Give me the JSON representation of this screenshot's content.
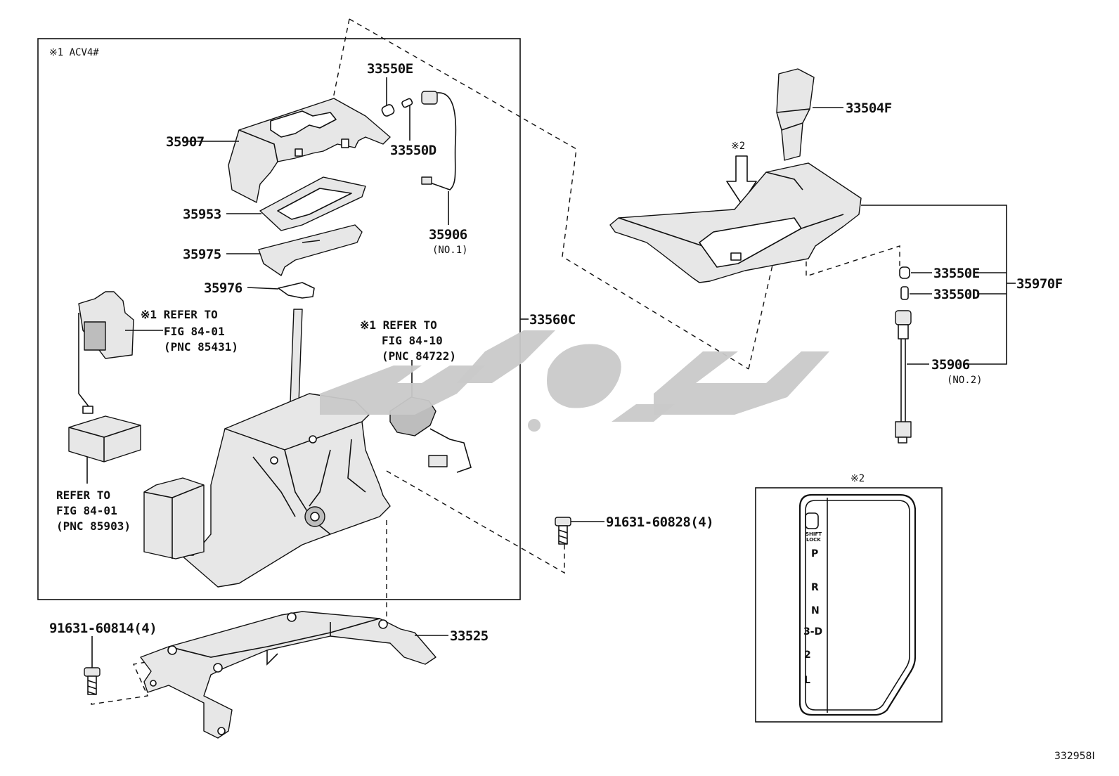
{
  "diagram": {
    "group_label": "※1 ACV4#",
    "inset_label": "※2",
    "arrow_label": "※2",
    "drawing_id": "332958I",
    "parts": {
      "p33550E_a": "33550E",
      "p33550D_a": "33550D",
      "p35907": "35907",
      "p35953": "35953",
      "p35975": "35975",
      "p35976": "35976",
      "p35906_a": "35906",
      "p35906_a_sub": "(NO.1)",
      "p33560C": "33560C",
      "p33504F": "33504F",
      "p33550E_b": "33550E",
      "p33550D_b": "33550D",
      "p35970F": "35970F",
      "p35906_b": "35906",
      "p35906_b_sub": "(NO.2)",
      "p91631_60828": "91631-60828(4)",
      "p91631_60814": "91631-60814(4)",
      "p33525": "33525"
    },
    "refs": {
      "ref1": [
        "※1 REFER TO",
        "FIG 84-01",
        "(PNC 85431)"
      ],
      "ref2": [
        "※1 REFER TO",
        "FIG 84-10",
        "(PNC 84722)"
      ],
      "ref3": [
        "REFER TO",
        "FIG 84-01",
        "(PNC 85903)"
      ]
    },
    "gate_panel": {
      "shift_lock": [
        "SHIFT",
        "LOCK"
      ],
      "positions": [
        "P",
        "R",
        "N",
        "3-D",
        "2",
        "L"
      ]
    }
  }
}
